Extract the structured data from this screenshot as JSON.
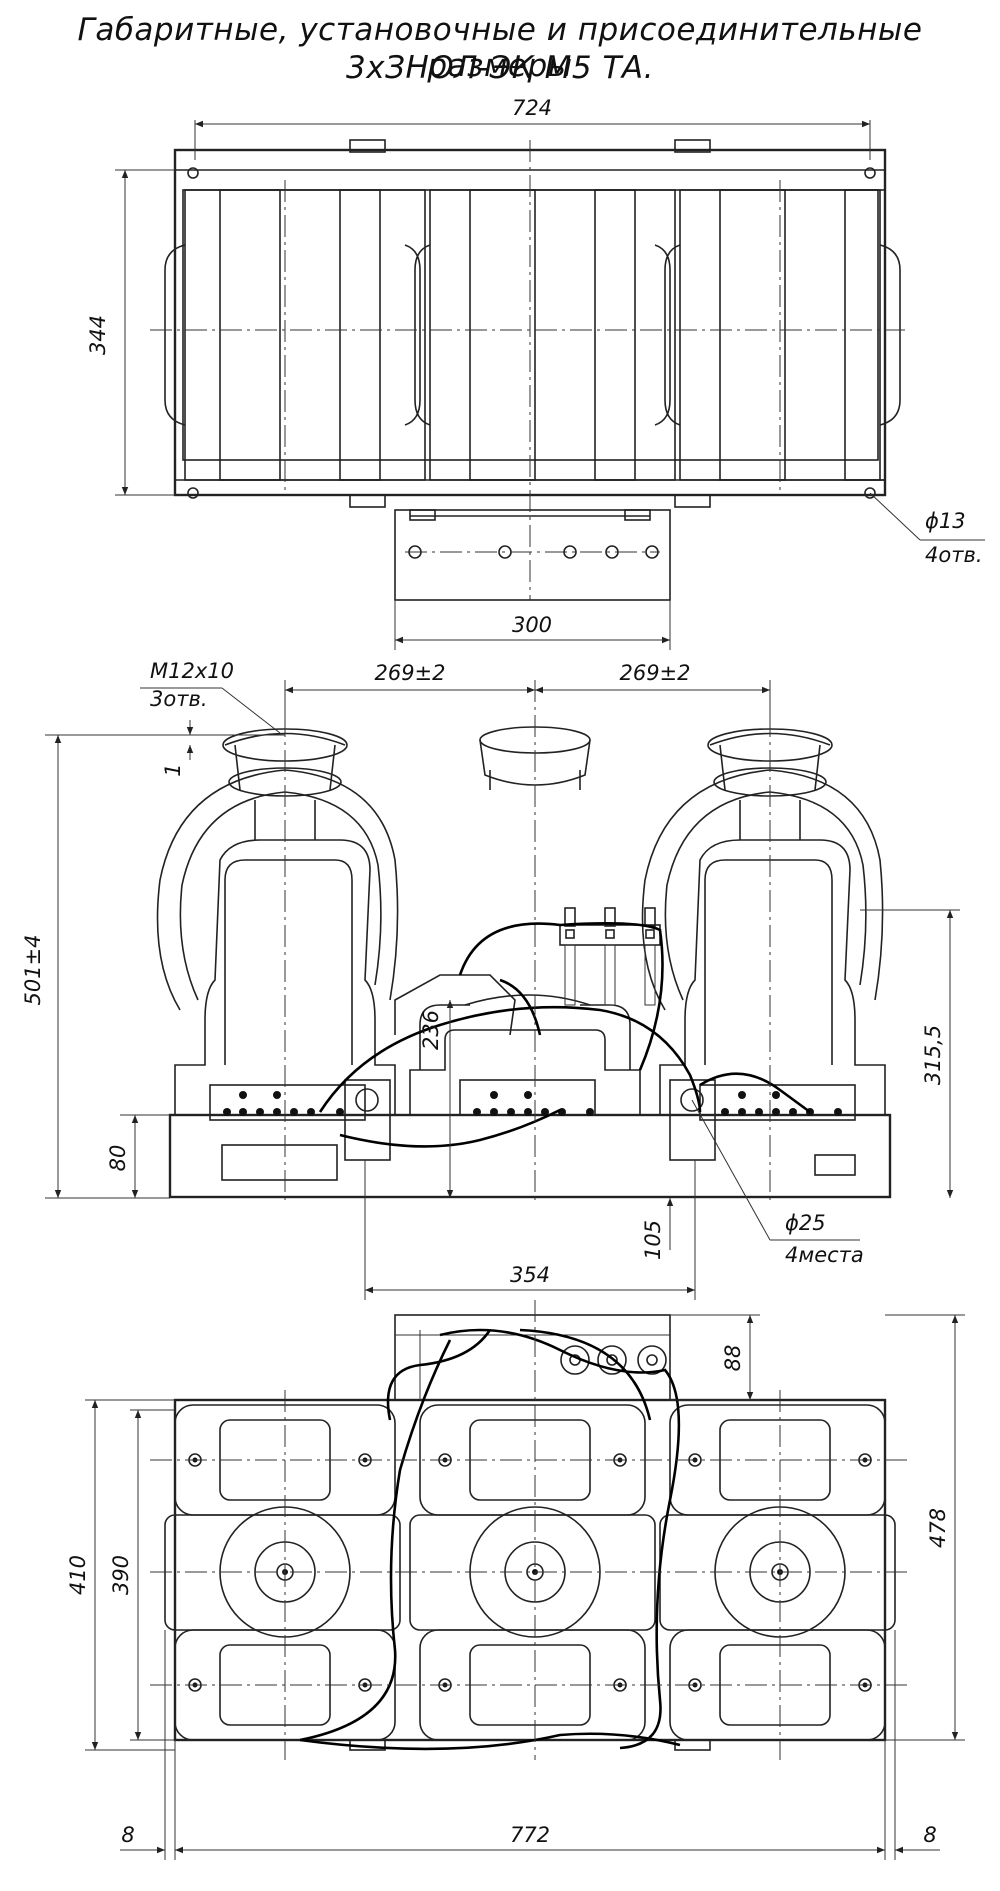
{
  "title": {
    "line1": "Габаритные, установочные и присоединительные размеры",
    "line2": "3хЗНОЛ-ЭК М5 ТА."
  },
  "dimensions": {
    "top_width": "724",
    "top_height": "344",
    "hole_dia": "ϕ13",
    "hole_count": "4отв.",
    "base_width": "300",
    "thread": "M12x10",
    "thread_count": "3отв.",
    "pitch_left": "269±2",
    "pitch_right": "269±2",
    "gap": "1",
    "total_height": "501±4",
    "center_height": "236",
    "right_height": "315,5",
    "foot_height": "80",
    "lug_height": "105",
    "lug_dia": "ϕ25",
    "lug_count": "4места",
    "lug_span": "354",
    "box_depth": "88",
    "depth_410": "410",
    "depth_390": "390",
    "depth_478": "478",
    "margin_left": "8",
    "overall_width": "772",
    "margin_right": "8"
  }
}
